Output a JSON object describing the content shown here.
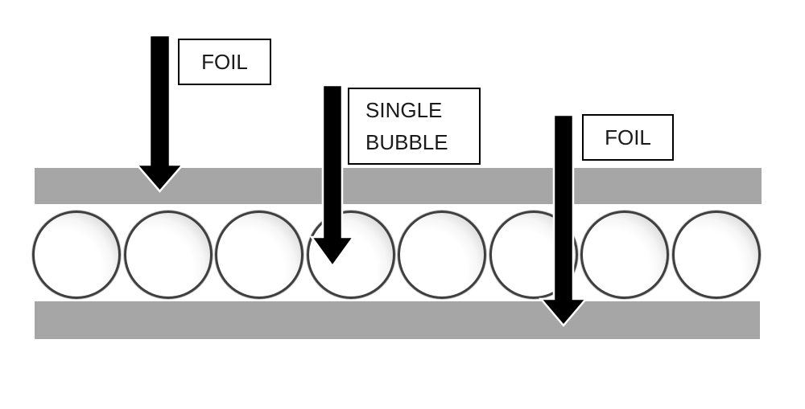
{
  "diagram": {
    "type": "insulation-cross-section",
    "labels": [
      {
        "id": "foil-left",
        "text": "FOIL"
      },
      {
        "id": "single-bubble",
        "text": "SINGLE\nBUBBLE"
      },
      {
        "id": "foil-right",
        "text": "FOIL"
      }
    ],
    "bubble_count": 8,
    "colors": {
      "foil_gray": "#A6A6A6",
      "arrow_black": "#000000",
      "bubble_outline": "#3F3F3F",
      "label_border": "#000000",
      "label_text": "#1A1A1A",
      "background": "#FFFFFF"
    }
  }
}
